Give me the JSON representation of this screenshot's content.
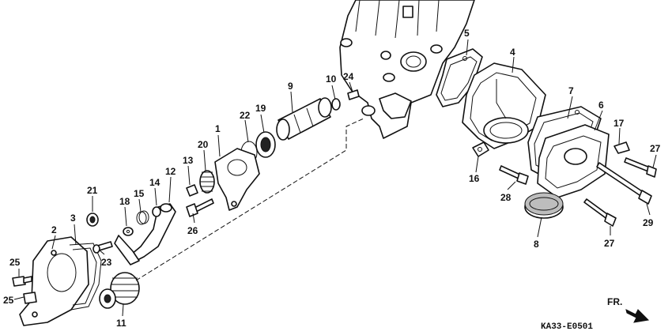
{
  "callouts": [
    {
      "id": "c1",
      "text": "1"
    },
    {
      "id": "c2",
      "text": "2"
    },
    {
      "id": "c3",
      "text": "3"
    },
    {
      "id": "c4",
      "text": "4"
    },
    {
      "id": "c5",
      "text": "5"
    },
    {
      "id": "c6",
      "text": "6"
    },
    {
      "id": "c7",
      "text": "7"
    },
    {
      "id": "c8",
      "text": "8"
    },
    {
      "id": "c9",
      "text": "9"
    },
    {
      "id": "c10",
      "text": "10"
    },
    {
      "id": "c11",
      "text": "11"
    },
    {
      "id": "c12",
      "text": "12"
    },
    {
      "id": "c13",
      "text": "13"
    },
    {
      "id": "c14",
      "text": "14"
    },
    {
      "id": "c15",
      "text": "15"
    },
    {
      "id": "c16",
      "text": "16"
    },
    {
      "id": "c17",
      "text": "17"
    },
    {
      "id": "c18",
      "text": "18"
    },
    {
      "id": "c19",
      "text": "19"
    },
    {
      "id": "c20",
      "text": "20"
    },
    {
      "id": "c21",
      "text": "21"
    },
    {
      "id": "c22",
      "text": "22"
    },
    {
      "id": "c23",
      "text": "23"
    },
    {
      "id": "c24",
      "text": "24"
    },
    {
      "id": "c25a",
      "text": "25"
    },
    {
      "id": "c25b",
      "text": "25"
    },
    {
      "id": "c26",
      "text": "26"
    },
    {
      "id": "c27a",
      "text": "27"
    },
    {
      "id": "c27b",
      "text": "27"
    },
    {
      "id": "c28",
      "text": "28"
    },
    {
      "id": "c29",
      "text": "29"
    }
  ],
  "direction_label": "FR.",
  "diagram_code": "KA33-E0501",
  "icons": {
    "direction_arrow": "front-direction-arrow-icon"
  }
}
